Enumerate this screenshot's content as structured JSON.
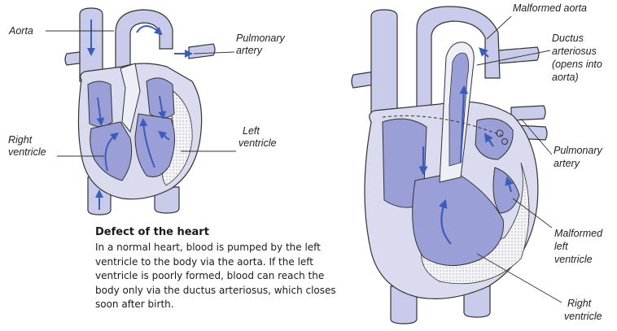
{
  "colors": {
    "vessel_fill": "#c9cbea",
    "chamber_fill": "#9b9fd8",
    "outline": "#333333",
    "wall": "#e6e6ef",
    "arrow": "#3b5cb8"
  },
  "left_diagram": {
    "labels": {
      "aorta": "Aorta",
      "pulmonary_artery": [
        "Pulmonary",
        "artery"
      ],
      "right_ventricle": [
        "Right",
        "ventricle"
      ],
      "left_ventricle": [
        "Left",
        "ventricle"
      ]
    }
  },
  "caption": {
    "title": "Defect of the heart",
    "body": "In a normal heart, blood is pumped by the left ventricle to the body via the aorta. If the left ventricle is poorly formed, blood can reach the body only via the ductus arteriosus, which closes soon after birth."
  },
  "right_diagram": {
    "labels": {
      "malformed_aorta": "Malformed aorta",
      "ductus_arteriosus": [
        "Ductus",
        "arteriosus",
        "(opens into",
        "aorta)"
      ],
      "pulmonary_artery": [
        "Pulmonary",
        "artery"
      ],
      "malformed_left_ventricle": [
        "Malformed",
        "left",
        "ventricle"
      ],
      "right_ventricle": [
        "Right",
        "ventricle"
      ]
    }
  }
}
